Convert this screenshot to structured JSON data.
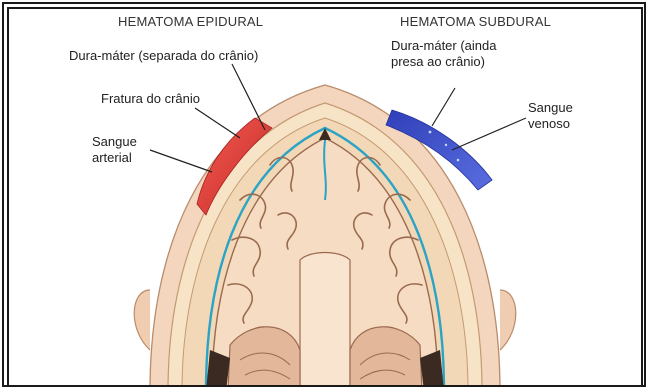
{
  "headers": {
    "epidural": "HEMATOMA EPIDURAL",
    "subdural": "HEMATOMA SUBDURAL"
  },
  "labels": {
    "dura_separated": "Dura-máter (separada do crânio)",
    "skull_fracture": "Fratura do crânio",
    "arterial_blood_line1": "Sangue",
    "arterial_blood_line2": "arterial",
    "dura_attached_line1": "Dura-máter (ainda",
    "dura_attached_line2": "presa ao crânio)",
    "venous_blood_line1": "Sangue",
    "venous_blood_line2": "venoso"
  },
  "colors": {
    "skin": "#f3d6bd",
    "skull": "#f7e4c6",
    "brain": "#f6dcc2",
    "gyri_outline": "#9a6a4e",
    "dura": "#2aa3c6",
    "arterial_blood": "#e23b3b",
    "venous_blood": "#3a4fc9",
    "dark_fill": "#3b2a22"
  }
}
